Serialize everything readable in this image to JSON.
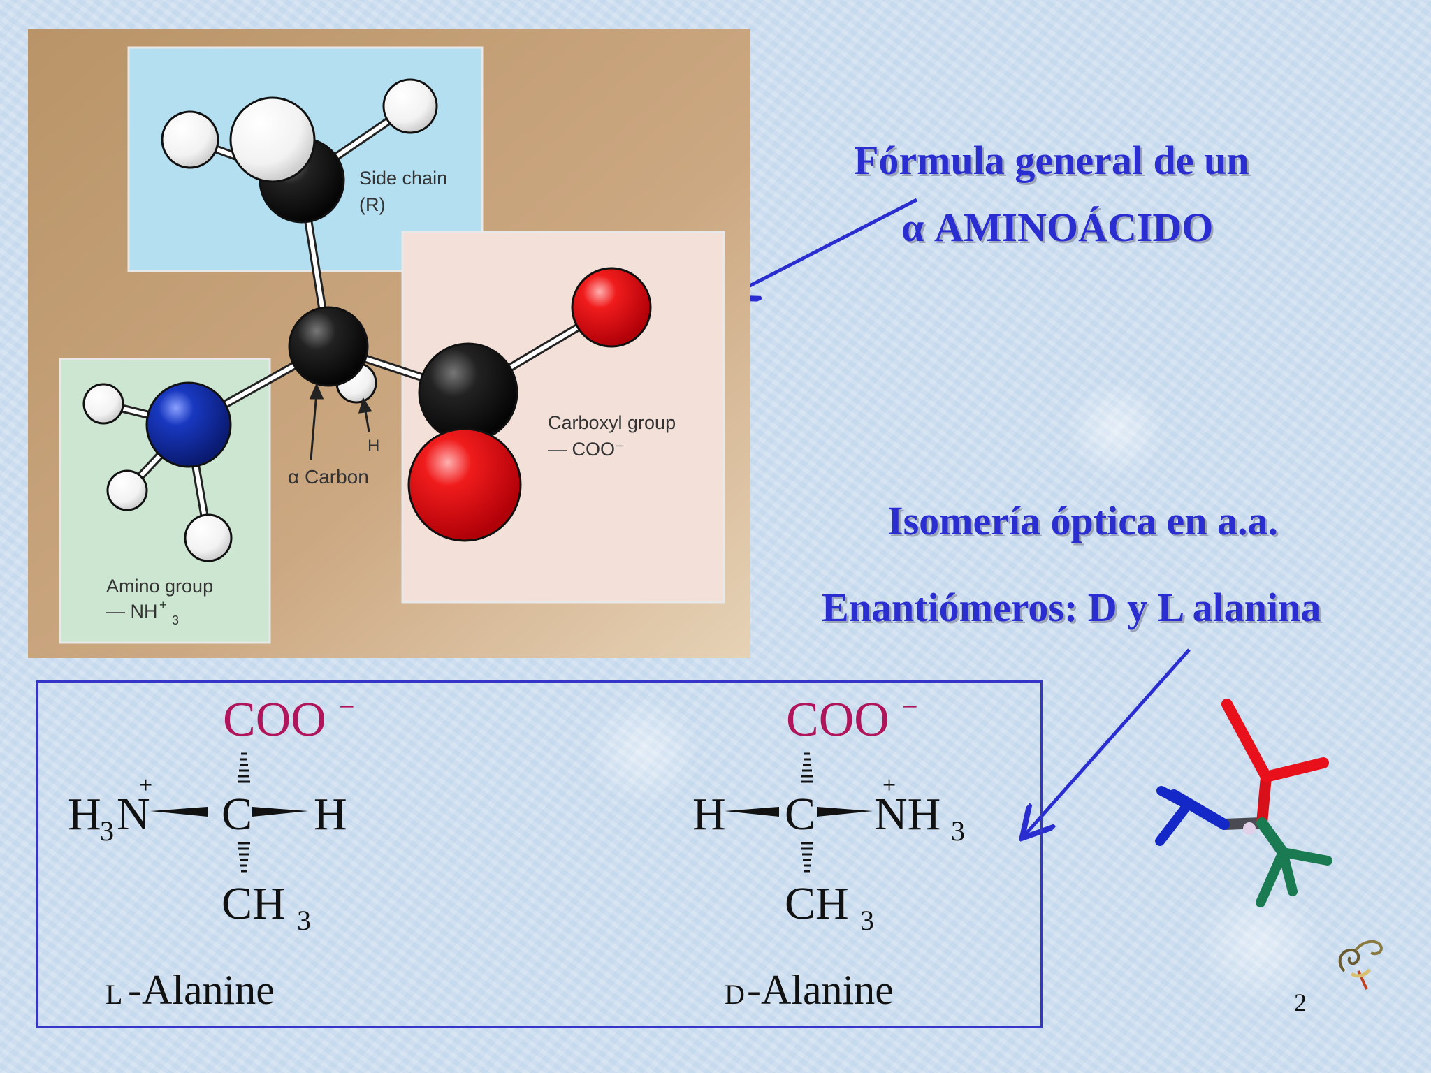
{
  "slide": {
    "title_line1": "Fórmula general de un",
    "title_line2": "α AMINOÁCIDO",
    "isomeria": "Isomería óptica en a.a.",
    "enantiomeros": "Enantiómeros: D y L alanina",
    "page_number": "2"
  },
  "molecule": {
    "side_chain_label": "Side chain",
    "side_chain_symbol": "(R)",
    "carboxyl_label": "Carboxyl group",
    "carboxyl_formula": "— COO⁻",
    "amino_label": "Amino group",
    "amino_formula": "— NH",
    "amino_charge": "+",
    "amino_subscript": "3",
    "alpha_carbon_label": "α Carbon",
    "hydrogen_label": "H"
  },
  "alanine": {
    "l_name_prefix": "L",
    "l_name_rest": "-Alanine",
    "d_name_prefix": "D",
    "d_name_rest": "-Alanine",
    "coo": "COO",
    "minus": "−",
    "carbon": "C",
    "hydrogen": "H",
    "ch3": "CH",
    "three": "3",
    "h3n": "H",
    "n": "N",
    "plus": "+",
    "nh3_n": "NH"
  },
  "colors": {
    "title": "#2a2ed0",
    "coo": "#b0145a",
    "oxygen": "#e8101a",
    "nitrogen": "#1535b0",
    "carbon": "#111111",
    "side_chain_bg": "#b3dff0",
    "carboxyl_bg": "#f3e0d8",
    "amino_bg": "#cde6d2",
    "panel_bg": "#c9a67e"
  }
}
